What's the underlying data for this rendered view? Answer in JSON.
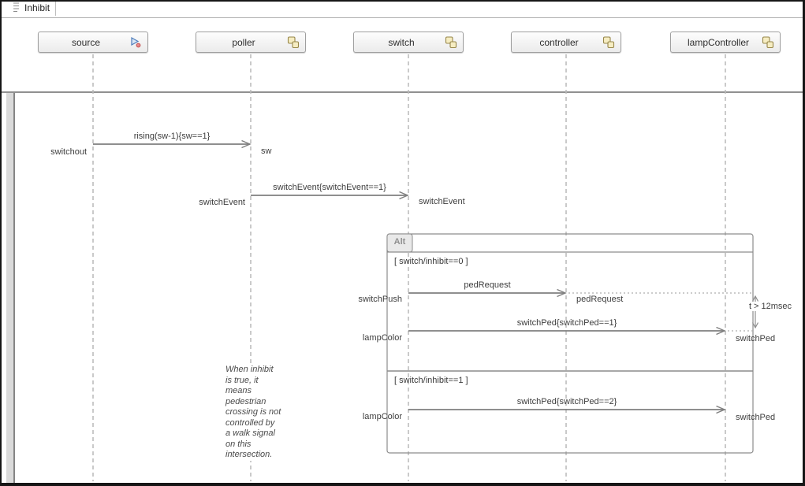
{
  "window": {
    "tab_label": "Inhibit"
  },
  "lifelines": [
    {
      "name": "source",
      "icon": "source-icon"
    },
    {
      "name": "poller",
      "icon": "component-icon"
    },
    {
      "name": "switch",
      "icon": "component-icon"
    },
    {
      "name": "controller",
      "icon": "component-icon"
    },
    {
      "name": "lampController",
      "icon": "component-icon"
    }
  ],
  "messages": [
    {
      "label": "rising(sw-1){sw==1}",
      "sender_event": "switchout",
      "receiver_event": "sw",
      "from": "source",
      "to": "poller"
    },
    {
      "label": "switchEvent{switchEvent==1}",
      "sender_event": "switchEvent",
      "receiver_event": "switchEvent",
      "from": "poller",
      "to": "switch"
    },
    {
      "label": "pedRequest",
      "sender_event": "switchPush",
      "receiver_event": "pedRequest",
      "from": "switch",
      "to": "controller"
    },
    {
      "label": "switchPed{switchPed==1}",
      "sender_event": "lampColor",
      "receiver_event": "switchPed",
      "from": "switch",
      "to": "lampController"
    },
    {
      "label": "switchPed{switchPed==2}",
      "sender_event": "lampColor",
      "receiver_event": "switchPed",
      "from": "switch",
      "to": "lampController"
    }
  ],
  "fragment": {
    "operator": "Alt",
    "operand1_guard": "[ switch/inhibit==0 ]",
    "operand2_guard": "[ switch/inhibit==1 ]"
  },
  "duration_constraint": {
    "label": "t > 12msec"
  },
  "annotation": {
    "text": "When inhibit\nis true, it\nmeans\npedestrian\ncrossing is not\ncontrolled by\na walk signal\non this\nintersection."
  },
  "colors": {
    "message_line": "#7f7f7f",
    "lifeline": "#b9b9b9",
    "fragment_border": "#8c8c8c",
    "component_icon_fill": "#f6edc2",
    "component_icon_border": "#97874a",
    "source_icon_blue": "#4f7dbb",
    "source_icon_red": "#e26a6a",
    "head_border": "#9f9f9f",
    "text": "#3d3d3d"
  }
}
